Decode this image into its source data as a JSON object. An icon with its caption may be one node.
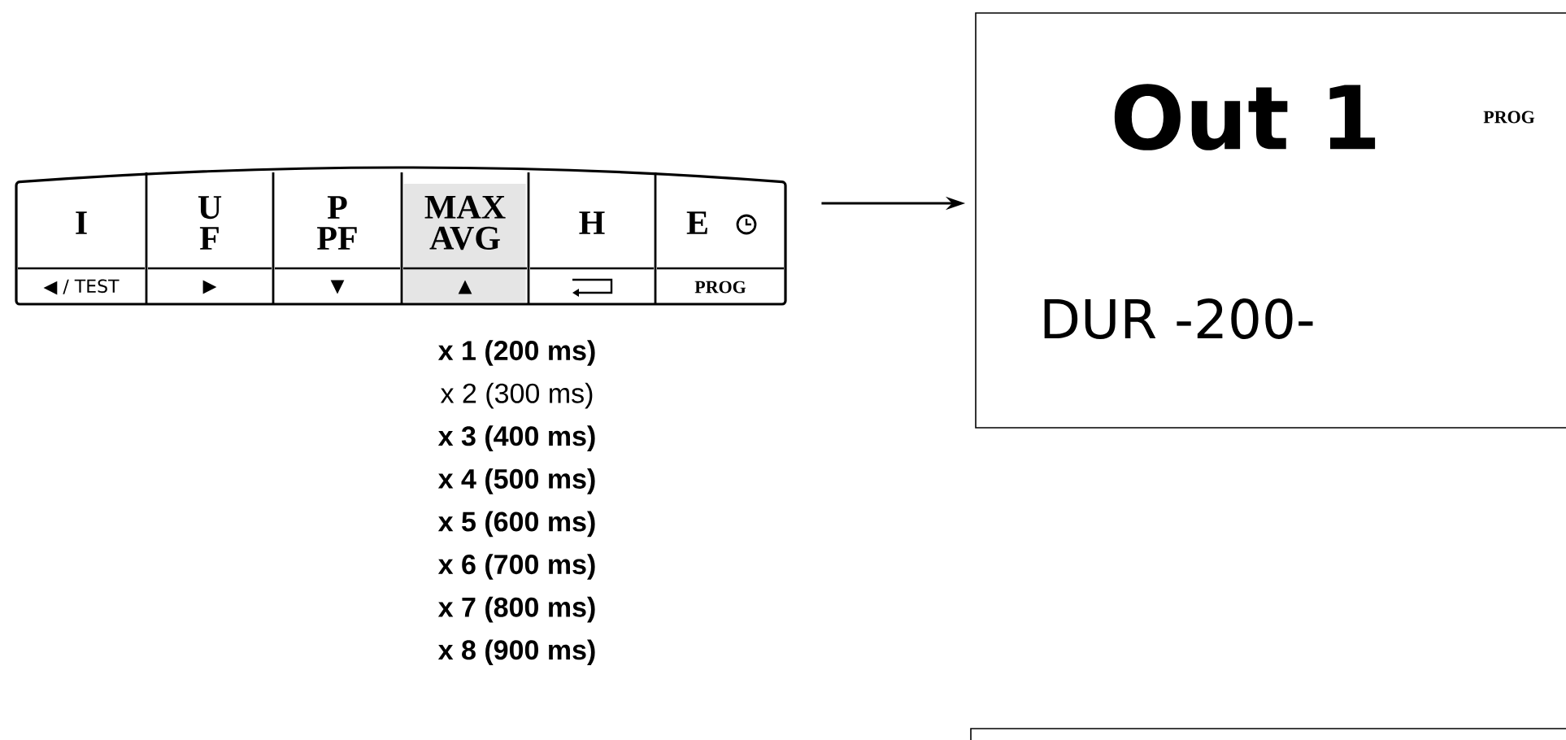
{
  "diagram": {
    "nodes": [
      {
        "text": [],
        "shape": "box"
      },
      {
        "text": [
          "I",
          "◀ / TEST"
        ],
        "in": 0
      },
      {
        "text": [
          "U F",
          "▶"
        ],
        "in": 0
      },
      {
        "text": [
          "P PF",
          "▼"
        ],
        "in": 0
      },
      {
        "text": [
          "MAX AVG",
          "▲"
        ],
        "in": 0
      },
      {
        "text": [
          "H"
        ],
        "in": 0
      },
      {
        "text": [
          "E",
          "PROG"
        ],
        "in": 0
      },
      {
        "text": [
          "Out 1",
          "PROG",
          "DUR -200-"
        ]
      },
      {
        "text": [],
        "shape": "box"
      }
    ],
    "edges": [
      {
        "from": 0,
        "to": 7,
        "arrow": "to"
      }
    ],
    "labels": [
      "x 1 (200 ms)",
      "x 2 (300 ms)",
      "x 3 (400 ms)",
      "x 4 (500 ms)",
      "x 5 (600 ms)",
      "x 6 (700 ms)",
      "x 7 (800 ms)",
      "x 8 (900 ms)"
    ]
  }
}
